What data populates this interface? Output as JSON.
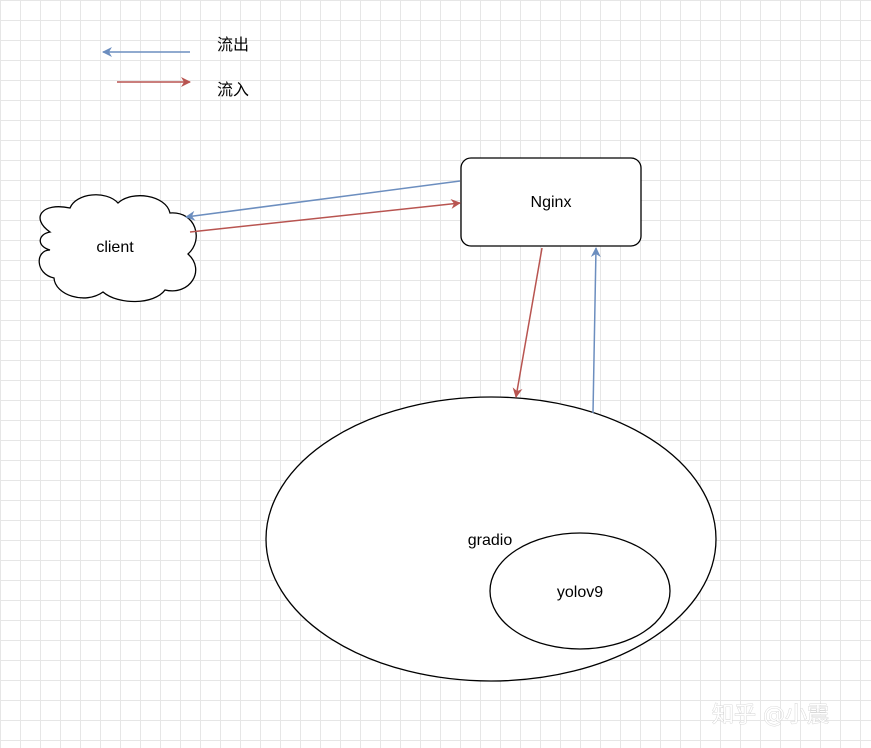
{
  "legend": {
    "outflow_label": "流出",
    "inflow_label": "流入"
  },
  "nodes": {
    "client": "client",
    "nginx": "Nginx",
    "gradio": "gradio",
    "yolov9": "yolov9"
  },
  "colors": {
    "outflow": "#6c8ebf",
    "inflow": "#b85450",
    "stroke": "#000000",
    "grid": "#e6e6e6"
  },
  "watermark": "知乎 @小震"
}
